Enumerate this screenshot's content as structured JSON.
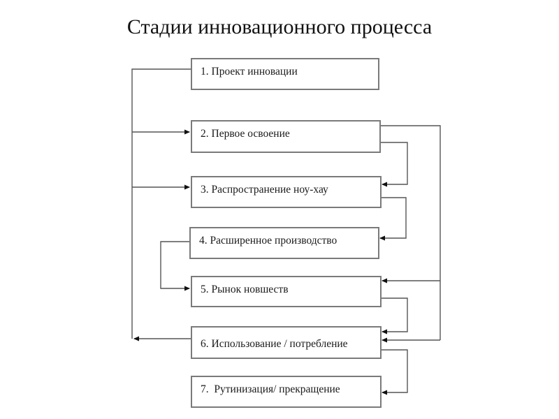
{
  "title": "Стадии инновационного процесса",
  "stages": [
    {
      "label": "1. Проект инновации"
    },
    {
      "label": "2. Первое освоение"
    },
    {
      "label": "3. Распространение ноу-хау"
    },
    {
      "label": "4. Расширенное производство"
    },
    {
      "label": "5. Рынок новшеств"
    },
    {
      "label": "6. Использование / потребление"
    },
    {
      "label": "7.  Рутинизация/ прекращение"
    }
  ],
  "connections": [
    {
      "from": 1,
      "to": 2,
      "side": "left"
    },
    {
      "from": 1,
      "to": 3,
      "side": "left"
    },
    {
      "from": 6,
      "to": 1,
      "side": "left"
    },
    {
      "from": 4,
      "to": 5,
      "side": "left"
    },
    {
      "from": 2,
      "to": 3,
      "side": "right"
    },
    {
      "from": 3,
      "to": 4,
      "side": "right"
    },
    {
      "from": 2,
      "to": 5,
      "side": "right"
    },
    {
      "from": 2,
      "to": 6,
      "side": "right"
    },
    {
      "from": 5,
      "to": 6,
      "side": "right"
    },
    {
      "from": 6,
      "to": 7,
      "side": "right"
    }
  ],
  "colors": {
    "line": "#555555",
    "arrow": "#111111",
    "box_border": "#7a7a7a"
  }
}
